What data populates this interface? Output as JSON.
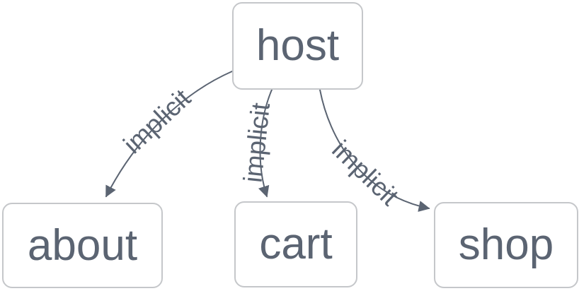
{
  "diagram": {
    "type": "flowchart",
    "direction": "top-down",
    "nodes": [
      {
        "id": "host",
        "label": "host"
      },
      {
        "id": "about",
        "label": "about"
      },
      {
        "id": "cart",
        "label": "cart"
      },
      {
        "id": "shop",
        "label": "shop"
      }
    ],
    "edges": [
      {
        "from": "host",
        "to": "about",
        "label": "implicit"
      },
      {
        "from": "host",
        "to": "cart",
        "label": "implicit"
      },
      {
        "from": "host",
        "to": "shop",
        "label": "implicit"
      }
    ],
    "colors": {
      "background": "#ffffff",
      "node_fill": "#ffffff",
      "node_border": "#c5c7ca",
      "text": "#5b6472",
      "edge": "#5b6472"
    }
  }
}
